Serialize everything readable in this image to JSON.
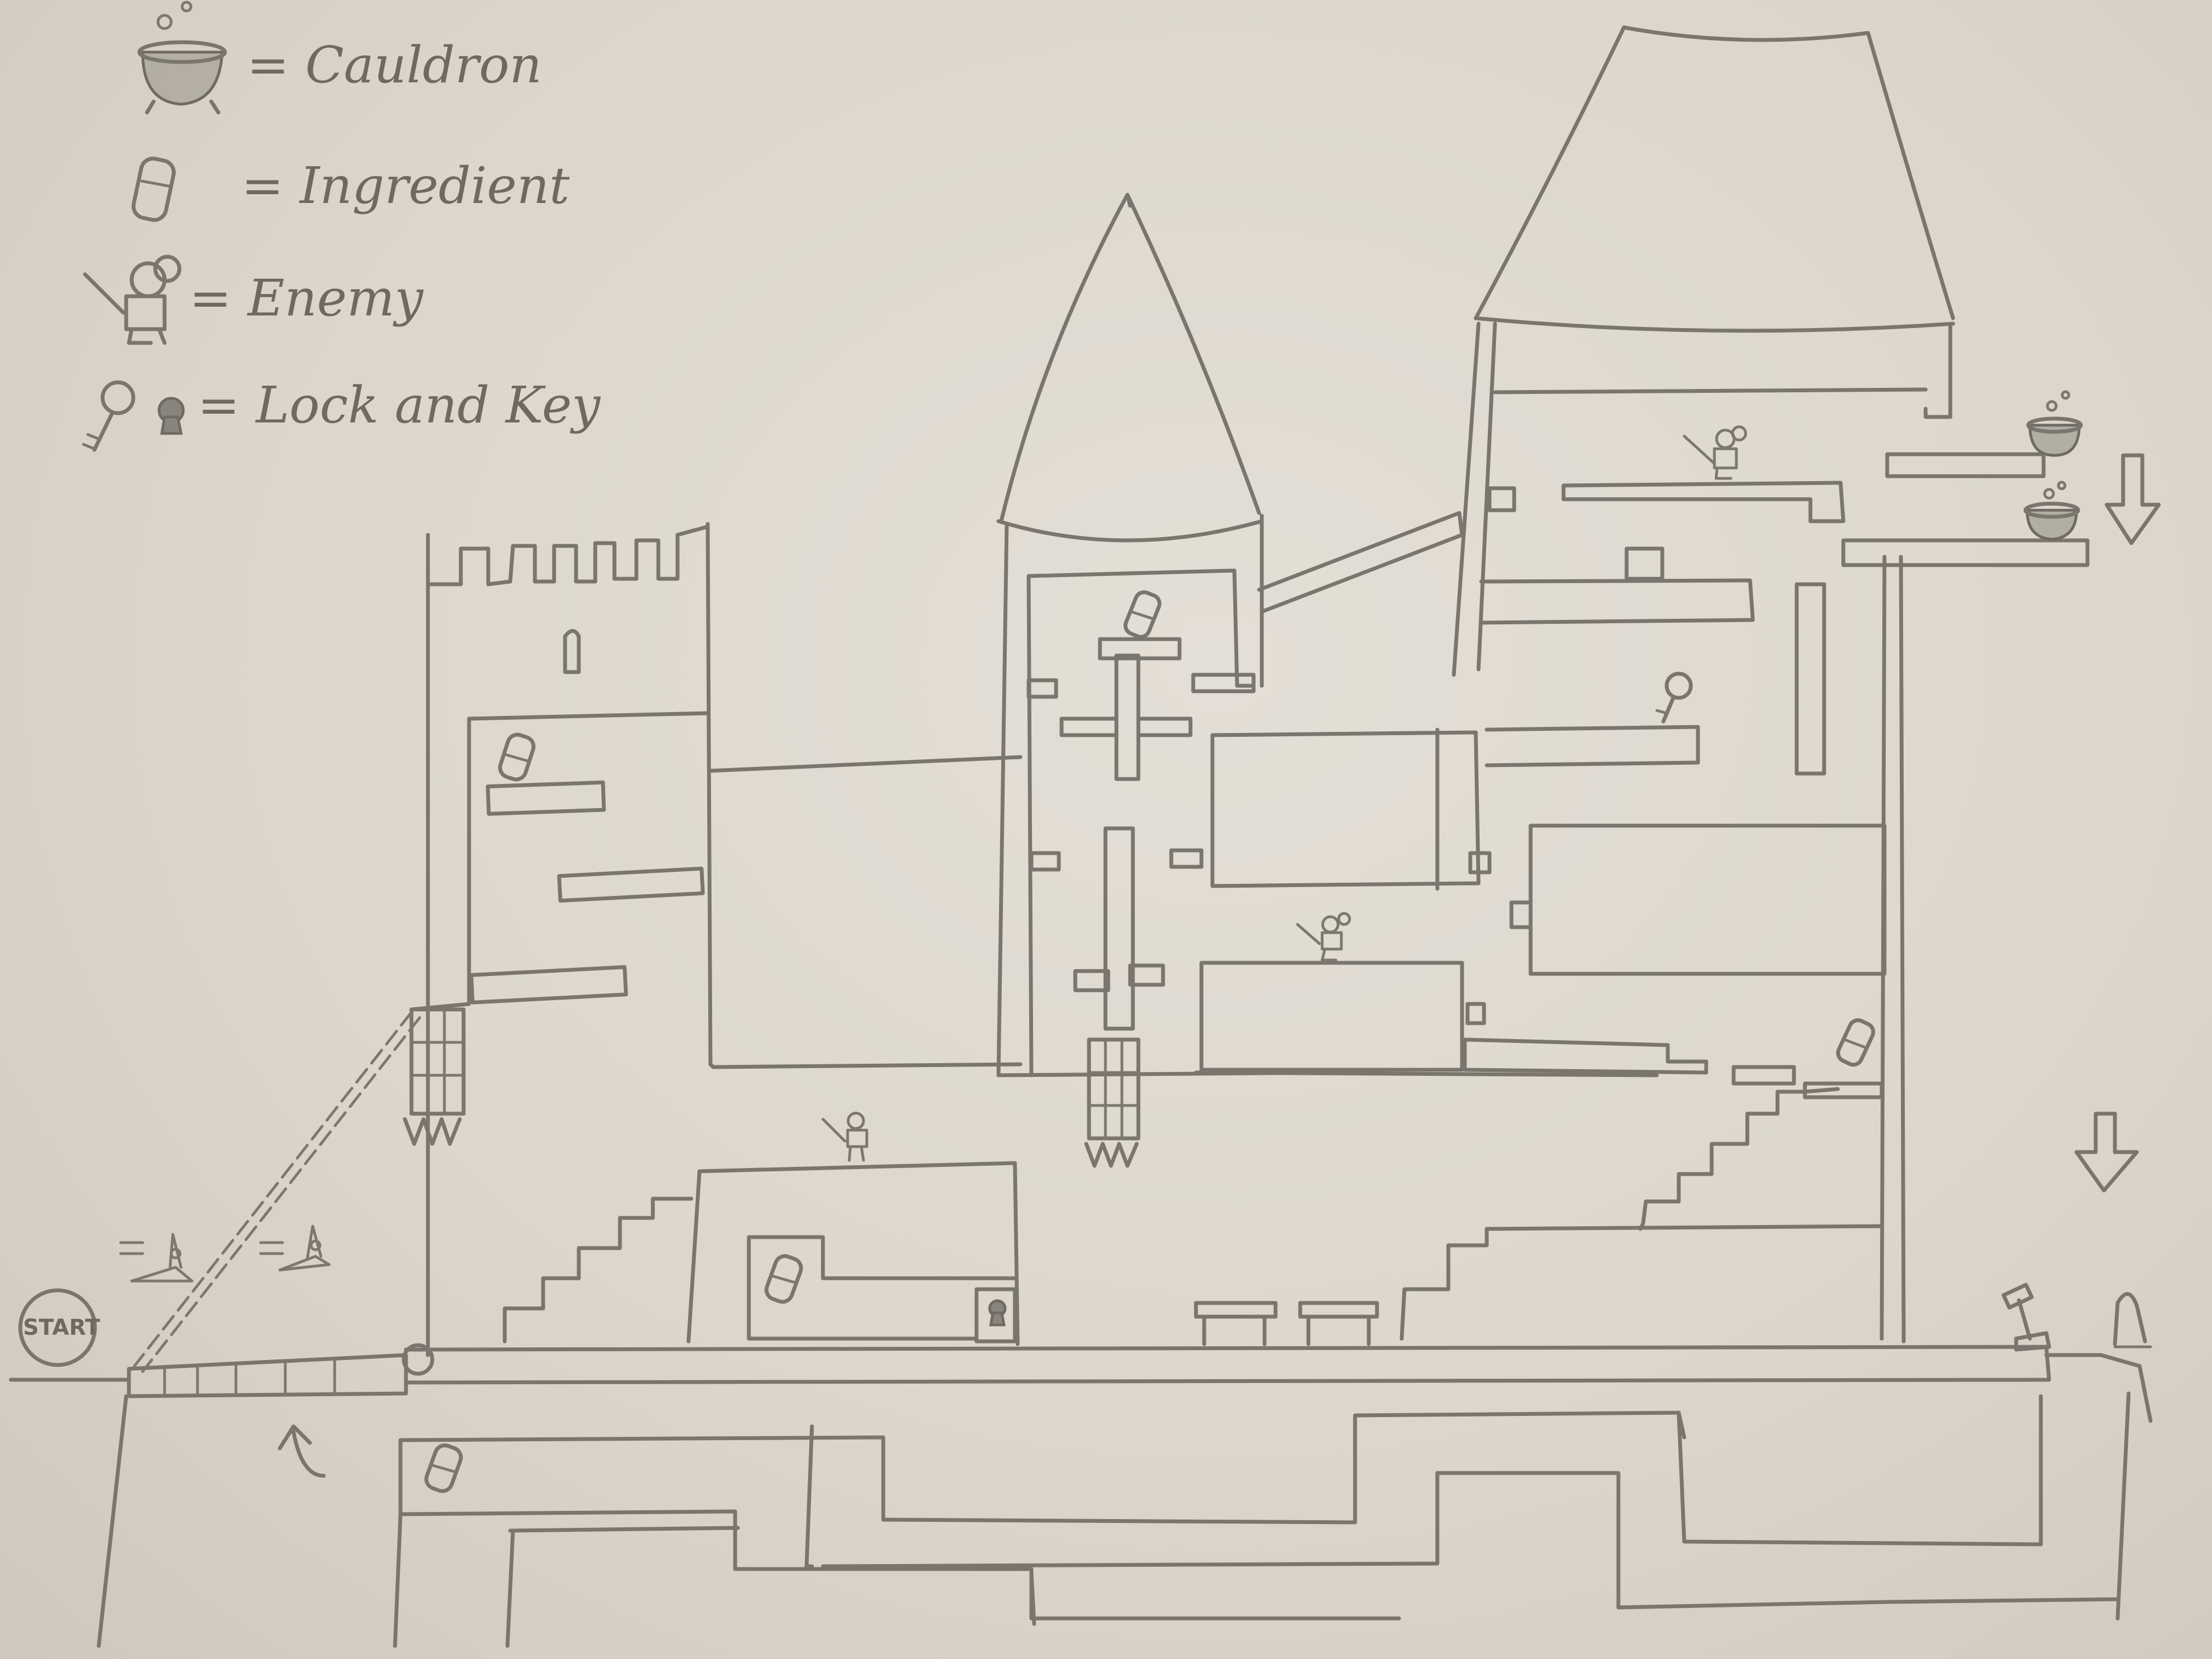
{
  "legend": {
    "cauldron_label": "= Cauldron",
    "ingredient_label": "= Ingredient",
    "enemy_label": "= Enemy",
    "lock_key_label": "= Lock and Key"
  },
  "map": {
    "start_label": "START"
  },
  "colors": {
    "paper": "#e2ddd4",
    "pencil": "#7a756d"
  }
}
